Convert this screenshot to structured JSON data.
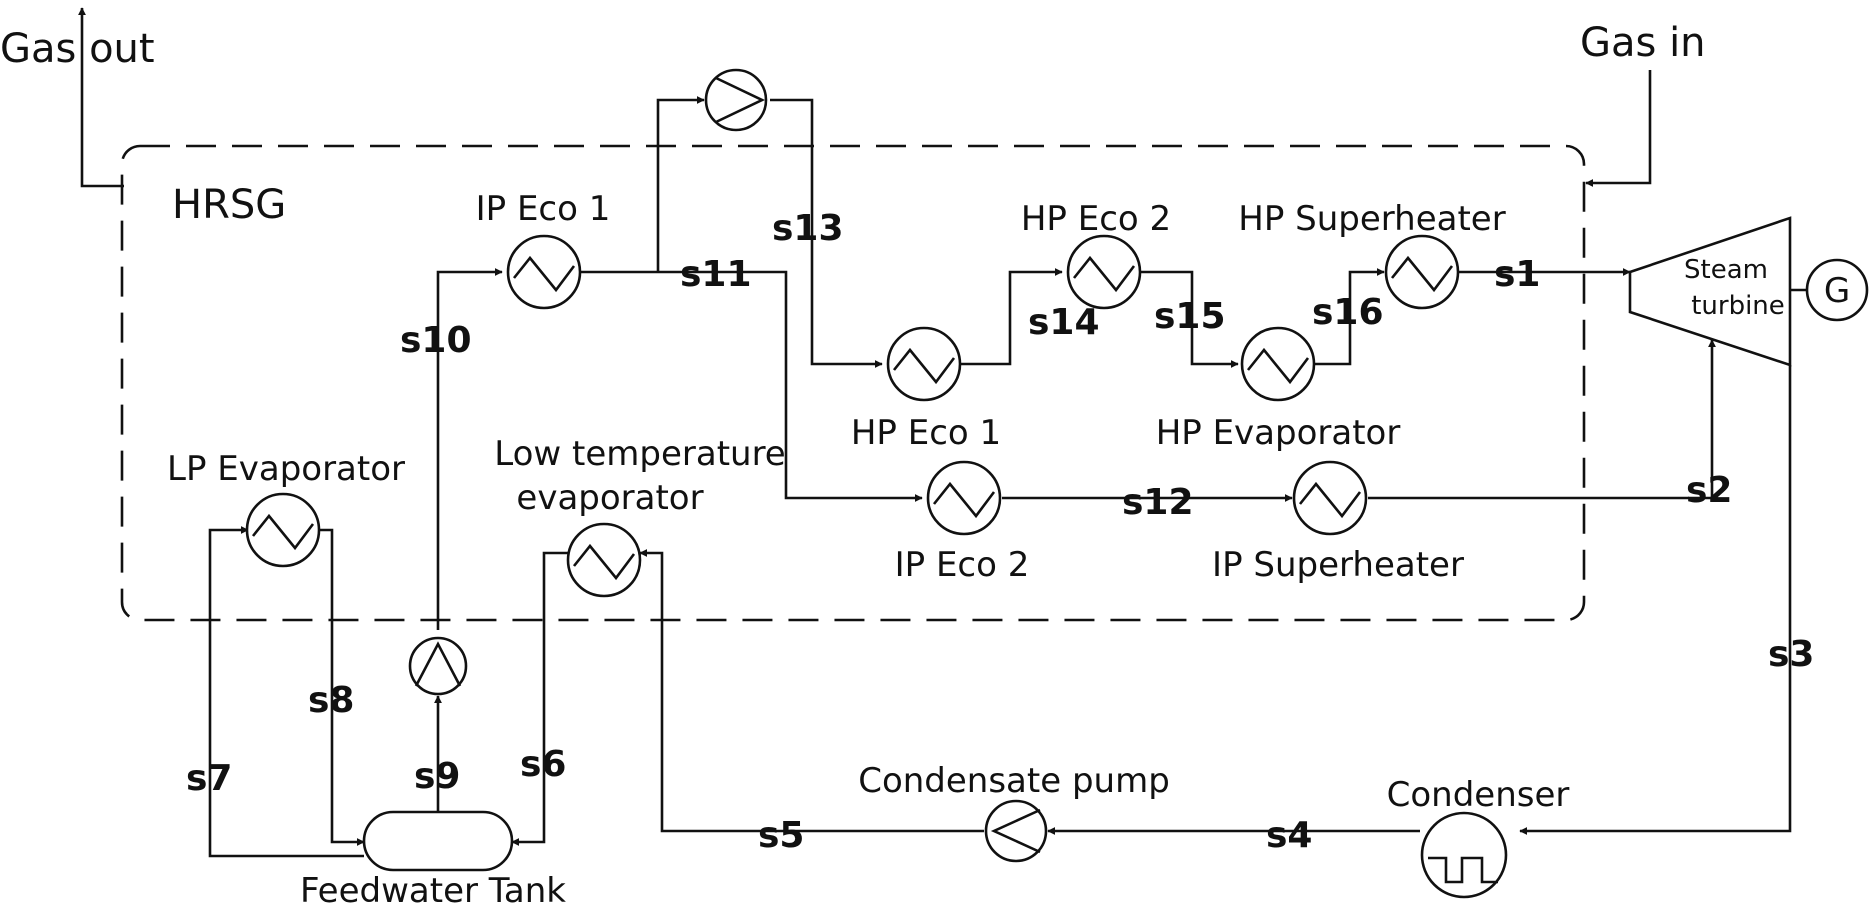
{
  "labels": {
    "gas_out": "Gas out",
    "gas_in": "Gas in",
    "hrsg": "HRSG",
    "ip_eco_1": "IP Eco 1",
    "hp_eco_2": "HP Eco 2",
    "hp_superheater": "HP Superheater",
    "steam_turbine_1": "Steam",
    "steam_turbine_2": "turbine",
    "generator": "G",
    "hp_eco_1": "HP Eco 1",
    "hp_evaporator": "HP Evaporator",
    "lp_evaporator": "LP Evaporator",
    "low_temp_evap_1": "Low temperature",
    "low_temp_evap_2": "evaporator",
    "ip_eco_2": "IP Eco 2",
    "ip_superheater": "IP Superheater",
    "condensate_pump": "Condensate pump",
    "condenser": "Condenser",
    "feedwater_tank": "Feedwater Tank"
  },
  "streams": {
    "s1": "s1",
    "s2": "s2",
    "s3": "s3",
    "s4": "s4",
    "s5": "s5",
    "s6": "s6",
    "s7": "s7",
    "s8": "s8",
    "s9": "s9",
    "s10": "s10",
    "s11": "s11",
    "s12": "s12",
    "s13": "s13",
    "s14": "s14",
    "s15": "s15",
    "s16": "s16"
  }
}
